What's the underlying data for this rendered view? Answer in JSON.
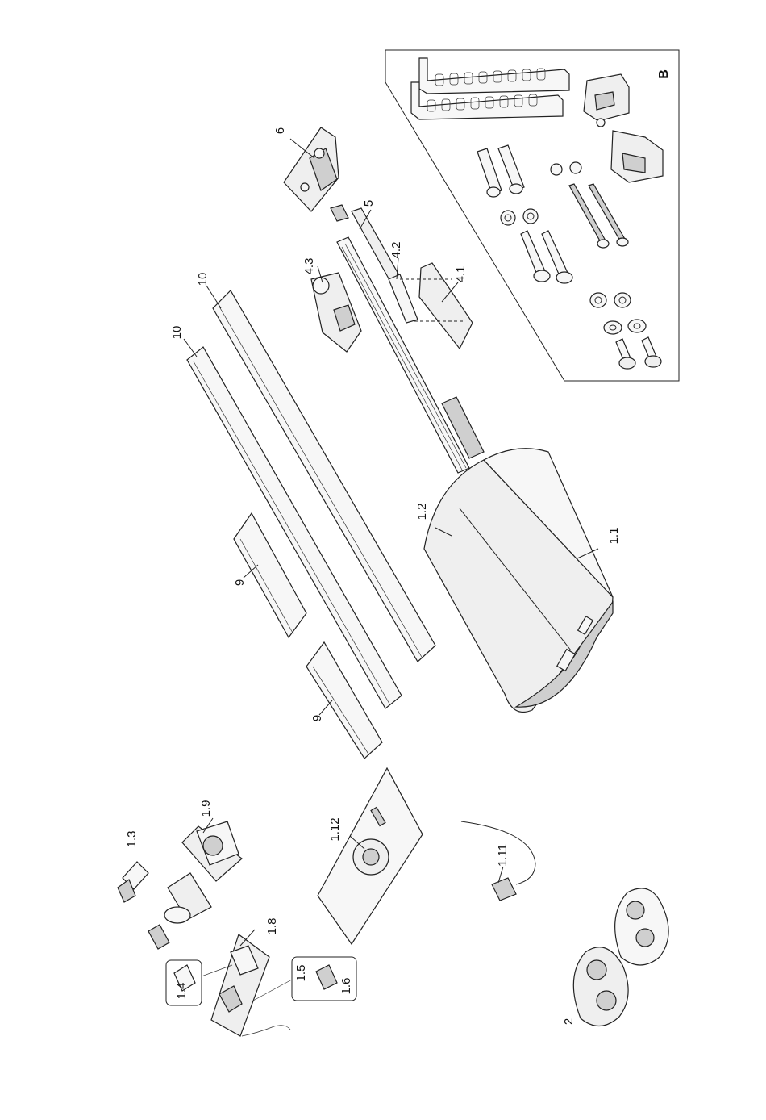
{
  "labels": {
    "l1_1": "1.1",
    "l1_2": "1.2",
    "l1_3": "1.3",
    "l1_4": "1.4",
    "l1_5": "1.5",
    "l1_6": "1.6",
    "l1_8": "1.8",
    "l1_9": "1.9",
    "l1_11": "1.11",
    "l1_12": "1.12",
    "l2": "2",
    "l4_1": "4.1",
    "l4_2": "4.2",
    "l4_3": "4.3",
    "l5": "5",
    "l6": "6",
    "l9a": "9",
    "l9b": "9",
    "l10a": "10",
    "l10b": "10",
    "lB": "B"
  },
  "colors": {
    "line": "#222222",
    "fill": "#efefef",
    "shade": "#cfcfcf",
    "background": "#ffffff"
  }
}
